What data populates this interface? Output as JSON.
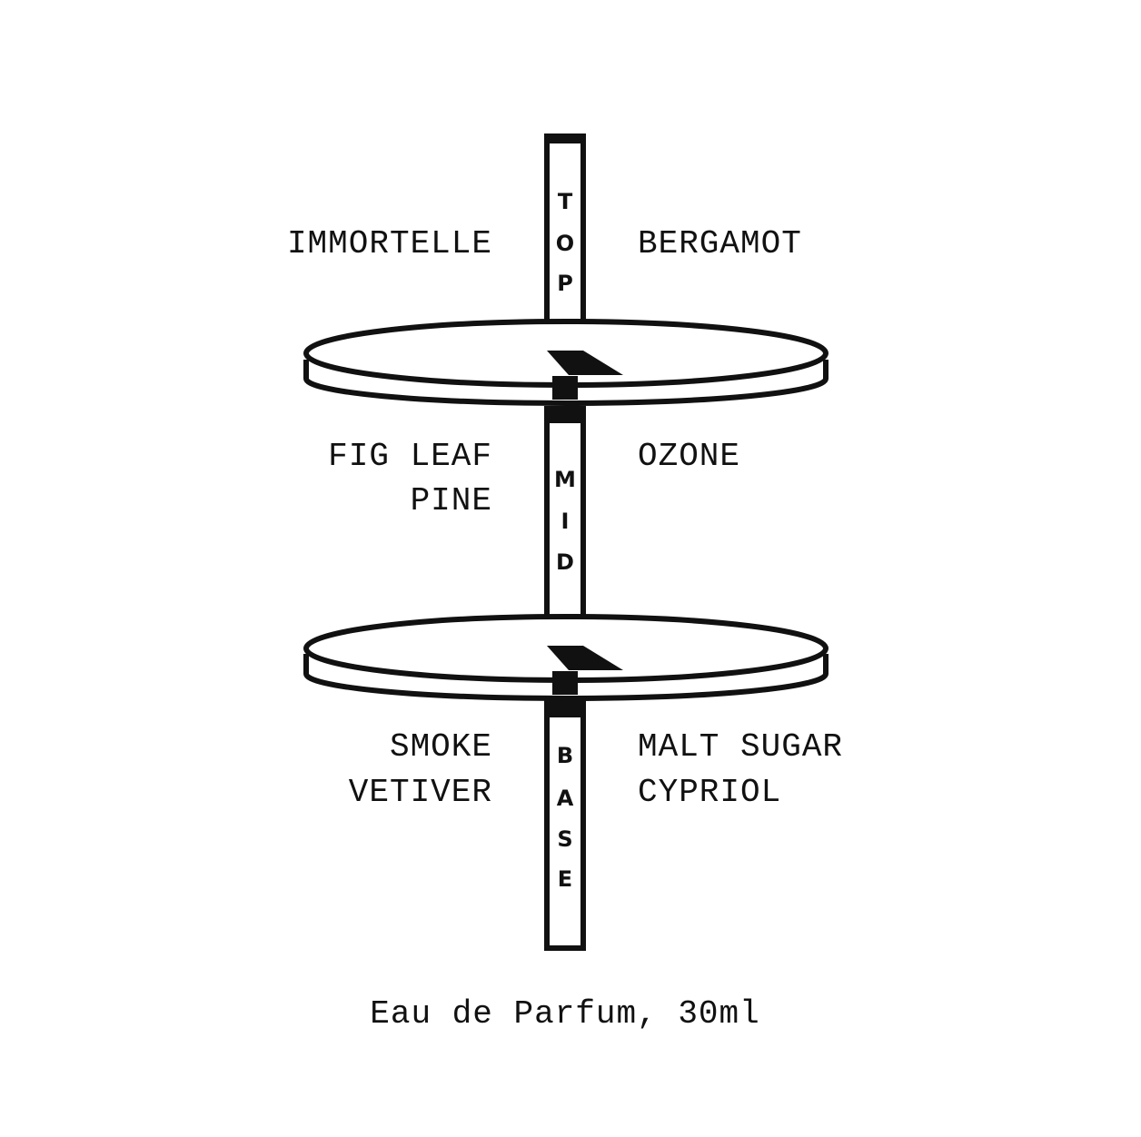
{
  "tiers": {
    "top": {
      "label_letters": [
        "T",
        "O",
        "P"
      ],
      "left_notes": [
        "IMMORTELLE"
      ],
      "right_notes": [
        "BERGAMOT"
      ]
    },
    "mid": {
      "label_letters": [
        "M",
        "I",
        "D"
      ],
      "left_notes": [
        "FIG LEAF",
        "PINE"
      ],
      "right_notes": [
        "OZONE"
      ]
    },
    "base": {
      "label_letters": [
        "B",
        "A",
        "S",
        "E"
      ],
      "left_notes": [
        "SMOKE",
        "VETIVER"
      ],
      "right_notes": [
        "MALT SUGAR",
        "CYPRIOL"
      ]
    }
  },
  "caption": "Eau de Parfum, 30ml",
  "colors": {
    "ink": "#111111",
    "background": "#ffffff"
  }
}
